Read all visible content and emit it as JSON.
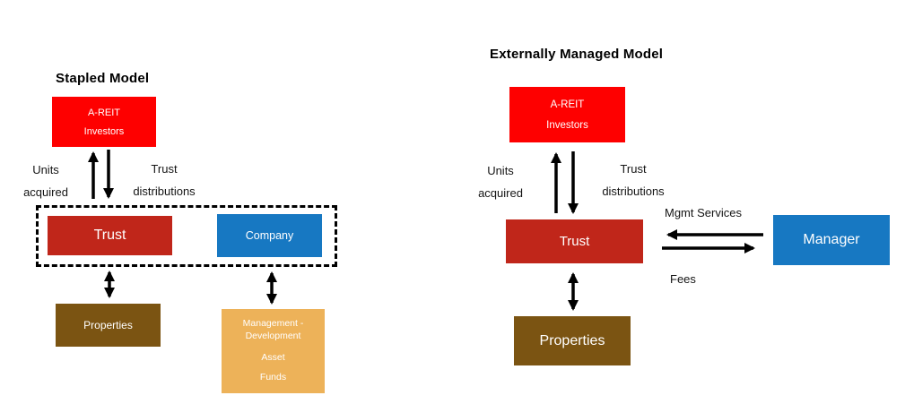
{
  "diagrams": {
    "stapled": {
      "title": "Stapled Model",
      "investors_box": {
        "line1": "A-REIT",
        "line2": "Investors"
      },
      "units_label": {
        "line1": "Units",
        "line2": "acquired"
      },
      "distributions_label": {
        "line1": "Trust",
        "line2": "distributions"
      },
      "trust_box": "Trust",
      "company_box": "Company",
      "properties_box": "Properties",
      "management_box": {
        "line1": "Management -",
        "line2": "Development",
        "line3": "Asset",
        "line4": "Funds"
      }
    },
    "external": {
      "title": "Externally Managed Model",
      "investors_box": {
        "line1": "A-REIT",
        "line2": "Investors"
      },
      "units_label": {
        "line1": "Units",
        "line2": "acquired"
      },
      "distributions_label": {
        "line1": "Trust",
        "line2": "distributions"
      },
      "trust_box": "Trust",
      "manager_box": "Manager",
      "mgmt_services_label": "Mgmt Services",
      "fees_label": "Fees",
      "properties_box": "Properties"
    }
  },
  "colors": {
    "bright_red": "#fe0000",
    "dark_red": "#c0261a",
    "blue": "#1778c2",
    "brown": "#7b5412",
    "orange": "#edb259",
    "arrow_black": "#000000"
  }
}
